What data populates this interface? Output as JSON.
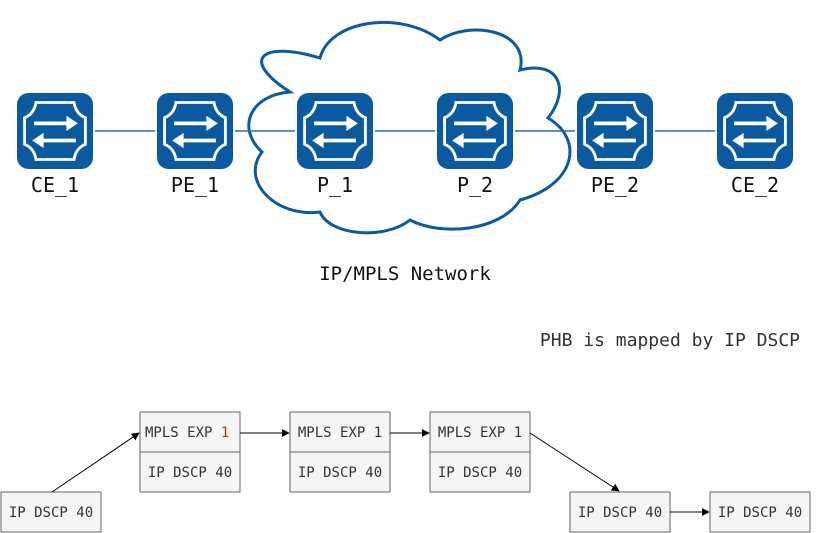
{
  "topology": {
    "devices": [
      {
        "id": "ce1",
        "label": "CE_1"
      },
      {
        "id": "pe1",
        "label": "PE_1"
      },
      {
        "id": "p1",
        "label": "P_1"
      },
      {
        "id": "p2",
        "label": "P_2"
      },
      {
        "id": "pe2",
        "label": "PE_2"
      },
      {
        "id": "ce2",
        "label": "CE_2"
      }
    ],
    "network_label": "IP/MPLS Network",
    "icon": "router-icon"
  },
  "caption": "PHB is mapped by IP DSCP",
  "packets": {
    "ingress": {
      "ip": "IP DSCP 40"
    },
    "pe1_stack": {
      "mpls_prefix": "MPLS EXP ",
      "mpls_value": "1",
      "ip": "IP DSCP 40"
    },
    "p1_stack": {
      "mpls": "MPLS EXP 1",
      "ip": "IP DSCP 40"
    },
    "p2_stack": {
      "mpls": "MPLS EXP 1",
      "ip": "IP DSCP 40"
    },
    "pe2_out": {
      "ip": "IP DSCP 40"
    },
    "ce2_out": {
      "ip": "IP DSCP 40"
    }
  },
  "colors": {
    "router_fill": "#0b5aa0",
    "cloud_stroke": "#0b5aa0",
    "link": "#2a70a8",
    "box_fill": "#f5f5f5",
    "box_stroke": "#666666",
    "highlight": "#e02020"
  }
}
